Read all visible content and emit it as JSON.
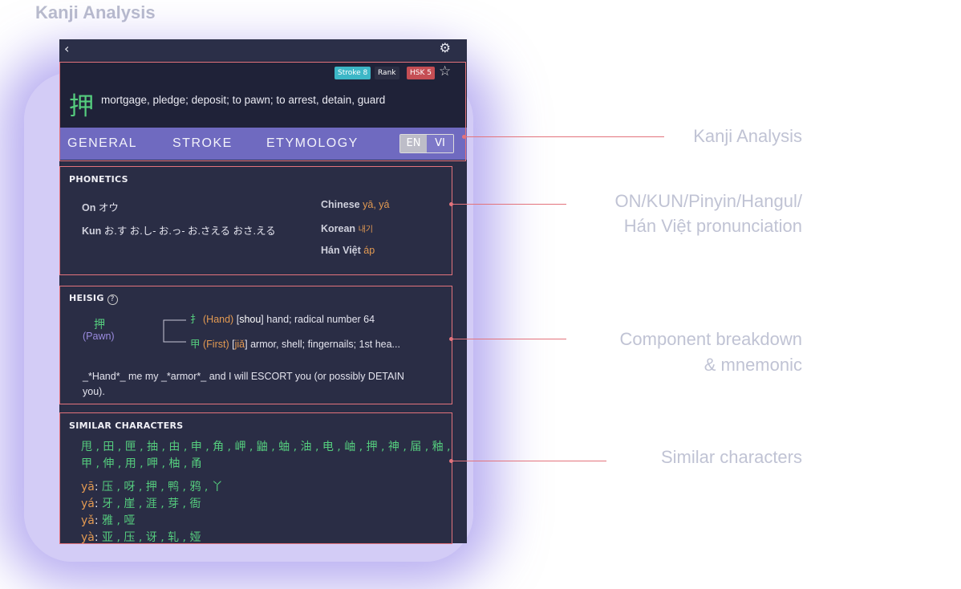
{
  "page_heading": "Kanji Analysis",
  "topbar": {
    "back_icon": "chevron-left-icon",
    "settings_icon": "gear-icon"
  },
  "header": {
    "badges": {
      "stroke": "Stroke 8",
      "rank": "Rank",
      "hsk": "HSK 5"
    },
    "kanji": "押",
    "meaning": "mortgage, pledge; deposit; to pawn; to arrest, detain, guard"
  },
  "tabs": {
    "general": "GENERAL",
    "stroke": "STROKE",
    "etymology": "ETYMOLOGY",
    "lang_en": "EN",
    "lang_vi": "VI"
  },
  "phonetics": {
    "title": "PHONETICS",
    "on_label": "On",
    "on_value": "オウ",
    "kun_label": "Kun",
    "kun_value": "お.す お.し- お.っ- お.さえる おさ.える",
    "chinese_label": "Chinese",
    "chinese_value": "yā, yá",
    "korean_label": "Korean",
    "korean_value": "내기",
    "hanviet_label": "Hán Việt",
    "hanviet_value": "áp"
  },
  "heisig": {
    "title": "HEISIG",
    "kanji": "押",
    "keyword": "(Pawn)",
    "components": [
      {
        "char": "扌",
        "keyword": "(Hand)",
        "pinyin_open": "[",
        "pinyin": "shou",
        "pinyin_close": "]",
        "meaning": "hand; radical number 64"
      },
      {
        "char": "甲",
        "keyword": "(First)",
        "pinyin_open": "[",
        "pinyin": "jiǎ",
        "pinyin_close": "]",
        "meaning": "armor, shell; fingernails; 1st hea..."
      }
    ],
    "mnemonic_1": "_*Hand*_ me my _*armor*_ and I will ESCORT you (or possibly DETAIN",
    "mnemonic_2": "you)."
  },
  "similar": {
    "title": "SIMILAR CHARACTERS",
    "line1": "甩 , 田 , 匣 , 抽 , 由 , 申 , 角 , 岬 , 鼬 , 蚰 , 油 , 电 , 岫 , 押 , 神 , 届 , 釉 ,",
    "line2": "甲 , 伸 , 用 , 呷 , 柚 , 甬",
    "readings": [
      {
        "pinyin": "yā",
        "chars": "压 , 呀 , 押 , 鸭 , 鸦 , 丫"
      },
      {
        "pinyin": "yá",
        "chars": "牙 , 崖 , 涯 , 芽 , 衙"
      },
      {
        "pinyin": "yǎ",
        "chars": "雅 , 哑"
      },
      {
        "pinyin": "yà",
        "chars": "亚 , 压 , 讶 , 轧 , 娅"
      }
    ]
  },
  "callouts": {
    "kanji_analysis": "Kanji Analysis",
    "phonetics_1": "ON/KUN/Pinyin/Hangul/",
    "phonetics_2": "Hán Việt pronunciation",
    "components_1": "Component breakdown",
    "components_2": "& mnemonic",
    "similar": "Similar characters"
  },
  "colors": {
    "accent": "#6f6ac0",
    "callout_line": "#e3737c",
    "green_text": "#55cd7e",
    "orange_text": "#e39a52"
  }
}
